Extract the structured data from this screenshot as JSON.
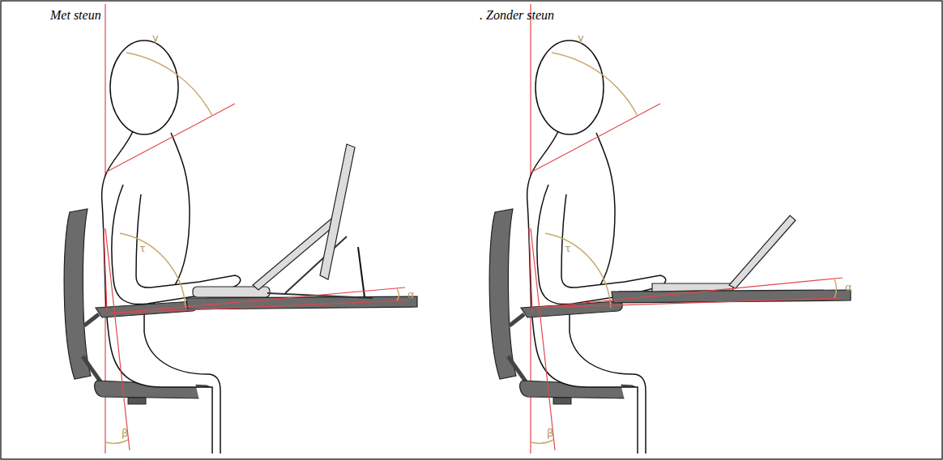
{
  "diagram": {
    "labels": [
      "Met steun",
      ". Zonder steun",
      "γ",
      "τ",
      "α",
      "β",
      "γ",
      "τ",
      "α",
      "β"
    ]
  }
}
